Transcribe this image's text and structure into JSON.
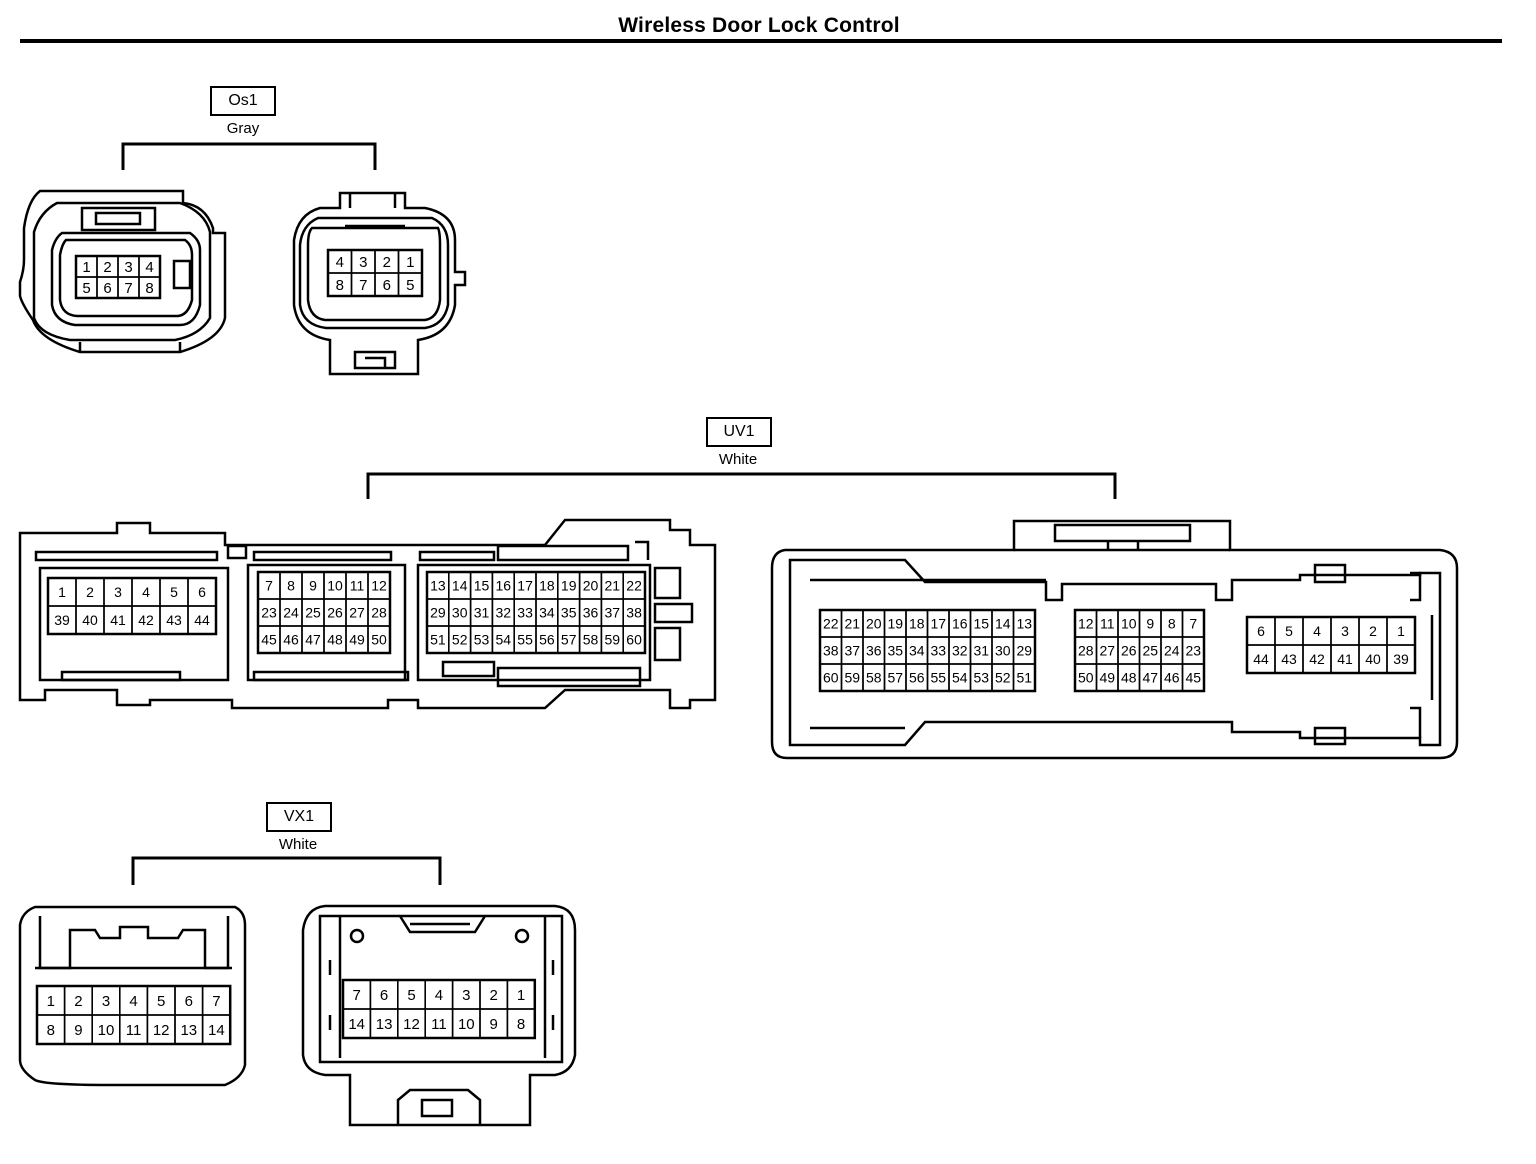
{
  "title": "Wireless Door Lock Control",
  "connectors": [
    {
      "id": "Os1",
      "color": "Gray",
      "views": [
        {
          "rows": [
            [
              "1",
              "2",
              "3",
              "4"
            ],
            [
              "5",
              "6",
              "7",
              "8"
            ]
          ]
        },
        {
          "rows": [
            [
              "4",
              "3",
              "2",
              "1"
            ],
            [
              "8",
              "7",
              "6",
              "5"
            ]
          ]
        }
      ]
    },
    {
      "id": "UV1",
      "color": "White",
      "views": [
        {
          "blocks": [
            {
              "rows": [
                [
                  "1",
                  "2",
                  "3",
                  "4",
                  "5",
                  "6"
                ],
                [
                  "39",
                  "40",
                  "41",
                  "42",
                  "43",
                  "44"
                ]
              ]
            },
            {
              "rows": [
                [
                  "7",
                  "8",
                  "9",
                  "10",
                  "11",
                  "12"
                ],
                [
                  "23",
                  "24",
                  "25",
                  "26",
                  "27",
                  "28"
                ],
                [
                  "45",
                  "46",
                  "47",
                  "48",
                  "49",
                  "50"
                ]
              ]
            },
            {
              "rows": [
                [
                  "13",
                  "14",
                  "15",
                  "16",
                  "17",
                  "18",
                  "19",
                  "20",
                  "21",
                  "22"
                ],
                [
                  "29",
                  "30",
                  "31",
                  "32",
                  "33",
                  "34",
                  "35",
                  "36",
                  "37",
                  "38"
                ],
                [
                  "51",
                  "52",
                  "53",
                  "54",
                  "55",
                  "56",
                  "57",
                  "58",
                  "59",
                  "60"
                ]
              ]
            }
          ]
        },
        {
          "blocks": [
            {
              "rows": [
                [
                  "22",
                  "21",
                  "20",
                  "19",
                  "18",
                  "17",
                  "16",
                  "15",
                  "14",
                  "13"
                ],
                [
                  "38",
                  "37",
                  "36",
                  "35",
                  "34",
                  "33",
                  "32",
                  "31",
                  "30",
                  "29"
                ],
                [
                  "60",
                  "59",
                  "58",
                  "57",
                  "56",
                  "55",
                  "54",
                  "53",
                  "52",
                  "51"
                ]
              ]
            },
            {
              "rows": [
                [
                  "12",
                  "11",
                  "10",
                  "9",
                  "8",
                  "7"
                ],
                [
                  "28",
                  "27",
                  "26",
                  "25",
                  "24",
                  "23"
                ],
                [
                  "50",
                  "49",
                  "48",
                  "47",
                  "46",
                  "45"
                ]
              ]
            },
            {
              "rows": [
                [
                  "6",
                  "5",
                  "4",
                  "3",
                  "2",
                  "1"
                ],
                [
                  "44",
                  "43",
                  "42",
                  "41",
                  "40",
                  "39"
                ]
              ]
            }
          ]
        }
      ]
    },
    {
      "id": "VX1",
      "color": "White",
      "views": [
        {
          "rows": [
            [
              "1",
              "2",
              "3",
              "4",
              "5",
              "6",
              "7"
            ],
            [
              "8",
              "9",
              "10",
              "11",
              "12",
              "13",
              "14"
            ]
          ]
        },
        {
          "rows": [
            [
              "7",
              "6",
              "5",
              "4",
              "3",
              "2",
              "1"
            ],
            [
              "14",
              "13",
              "12",
              "11",
              "10",
              "9",
              "8"
            ]
          ]
        }
      ]
    }
  ]
}
